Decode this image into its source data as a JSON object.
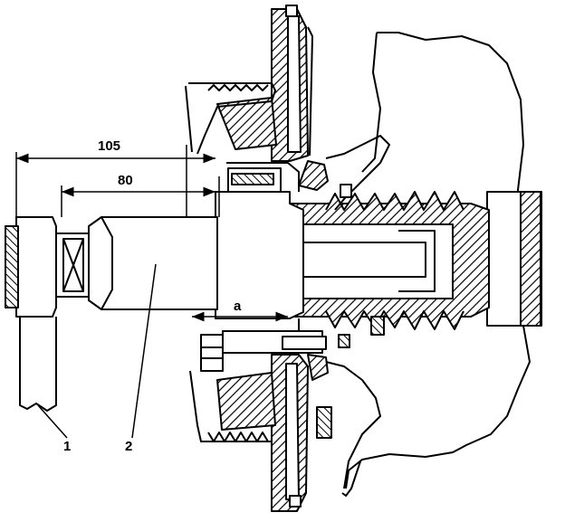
{
  "dimensions": {
    "overall": "105",
    "inner": "80",
    "gap": "a"
  },
  "callouts": [
    {
      "id": "1",
      "text": "1"
    },
    {
      "id": "2",
      "text": "2"
    }
  ],
  "colors": {
    "ink": "#000000",
    "paper": "#ffffff"
  }
}
